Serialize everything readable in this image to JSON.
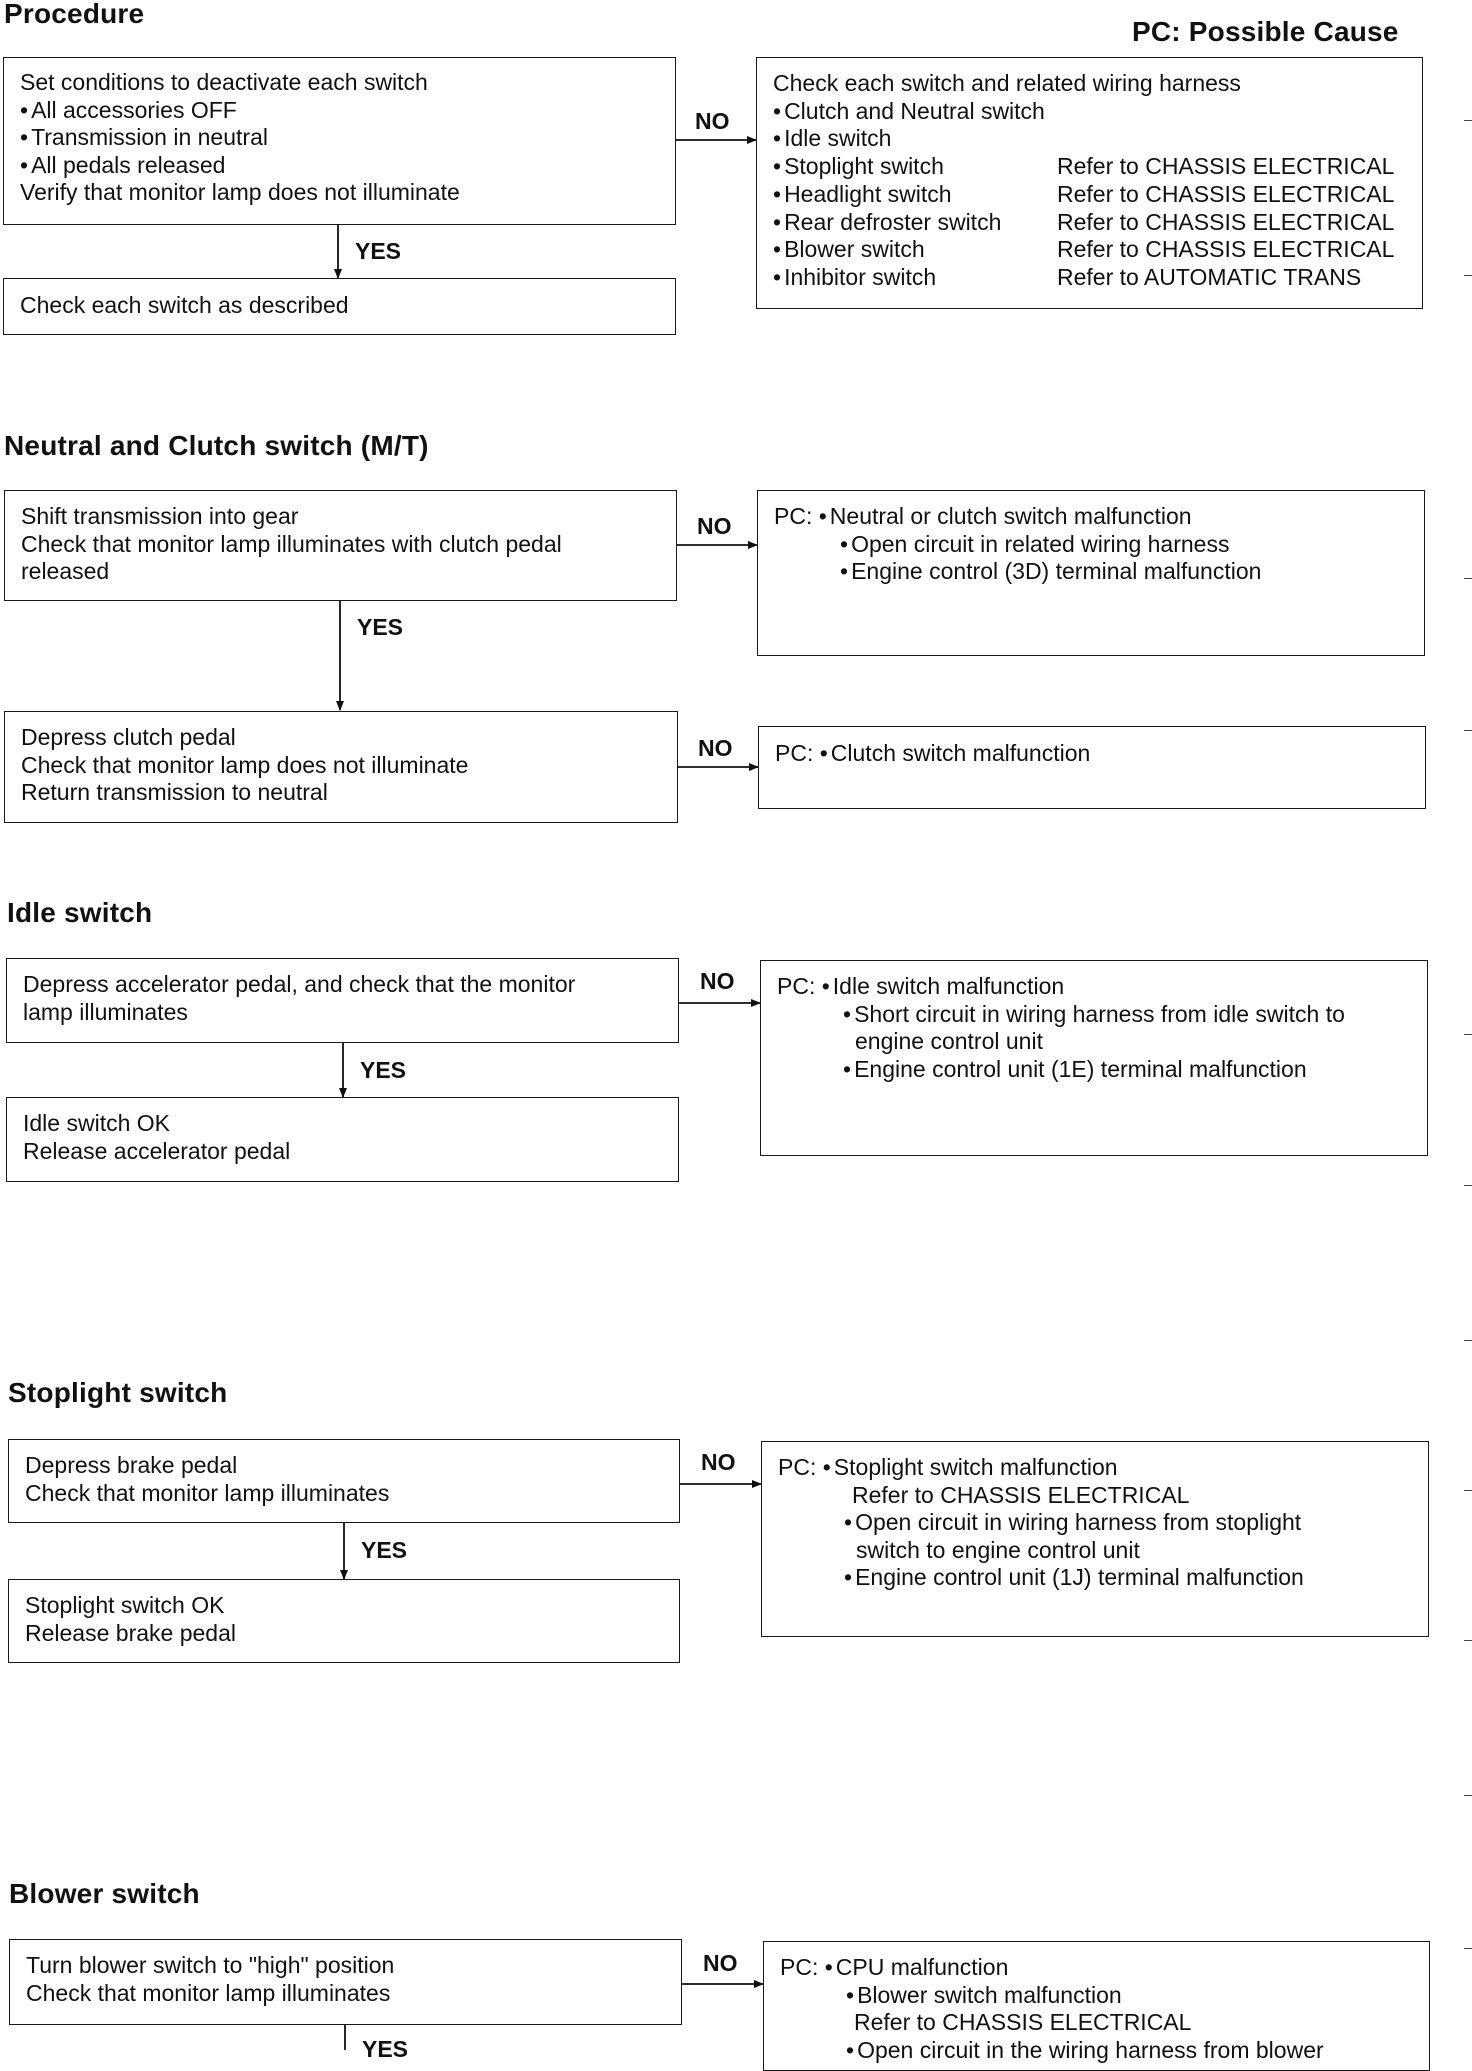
{
  "header": {
    "procedure": "Procedure",
    "pc_legend": "PC: Possible Cause"
  },
  "labels": {
    "no": "NO",
    "yes": "YES"
  },
  "section1": {
    "step_box": {
      "title": "Set conditions to deactivate each switch",
      "bullets": [
        "All accessories OFF",
        "Transmission in neutral",
        "All pedals released"
      ],
      "verify": "Verify that monitor lamp does not illuminate"
    },
    "yes_box": "Check each switch as described",
    "no_box": {
      "title": "Check each switch and related wiring harness",
      "items": [
        {
          "name": "Clutch and Neutral switch",
          "ref": ""
        },
        {
          "name": "Idle switch",
          "ref": ""
        },
        {
          "name": "Stoplight switch",
          "ref": "Refer to CHASSIS ELECTRICAL"
        },
        {
          "name": "Headlight switch",
          "ref": "Refer to CHASSIS ELECTRICAL"
        },
        {
          "name": "Rear defroster switch",
          "ref": "Refer to CHASSIS ELECTRICAL"
        },
        {
          "name": "Blower switch",
          "ref": "Refer to CHASSIS ELECTRICAL"
        },
        {
          "name": "Inhibitor switch",
          "ref": "Refer to AUTOMATIC TRANS"
        }
      ]
    }
  },
  "neutral_clutch": {
    "title": "Neutral and Clutch switch (M/T)",
    "step1": [
      "Shift transmission into gear",
      "Check that monitor lamp illuminates with clutch pedal",
      "released"
    ],
    "pc1": {
      "prefix": "PC:",
      "items": [
        "Neutral or clutch switch malfunction",
        "Open circuit in related wiring harness",
        "Engine control (3D) terminal malfunction"
      ]
    },
    "step2": [
      "Depress clutch pedal",
      "Check that monitor lamp does not illuminate",
      "Return transmission to neutral"
    ],
    "pc2": {
      "prefix": "PC:",
      "items": [
        "Clutch switch malfunction"
      ]
    }
  },
  "idle": {
    "title": "Idle switch",
    "step1": [
      "Depress accelerator pedal, and check that the monitor",
      "lamp illuminates"
    ],
    "pc": {
      "prefix": "PC:",
      "l1": "Idle switch malfunction",
      "l2": "Short circuit in wiring harness from idle switch to",
      "l3": "engine control unit",
      "l4": "Engine control unit (1E) terminal malfunction"
    },
    "ok": [
      "Idle switch OK",
      "Release accelerator pedal"
    ]
  },
  "stoplight": {
    "title": "Stoplight switch",
    "step1": [
      "Depress brake pedal",
      "Check that monitor lamp illuminates"
    ],
    "pc": {
      "prefix": "PC:",
      "l1": "Stoplight switch malfunction",
      "l2": "Refer to CHASSIS ELECTRICAL",
      "l3": "Open circuit in wiring harness from stoplight",
      "l4": "switch to engine control unit",
      "l5": "Engine control unit (1J) terminal malfunction"
    },
    "ok": [
      "Stoplight switch OK",
      "Release brake pedal"
    ]
  },
  "blower": {
    "title": "Blower switch",
    "step1": [
      "Turn blower switch to \"high\" position",
      "Check that monitor lamp illuminates"
    ],
    "pc": {
      "prefix": "PC:",
      "l1": "CPU malfunction",
      "l2": "Blower switch malfunction",
      "l3": "Refer to CHASSIS ELECTRICAL",
      "l4": "Open circuit in the wiring harness from blower"
    }
  }
}
